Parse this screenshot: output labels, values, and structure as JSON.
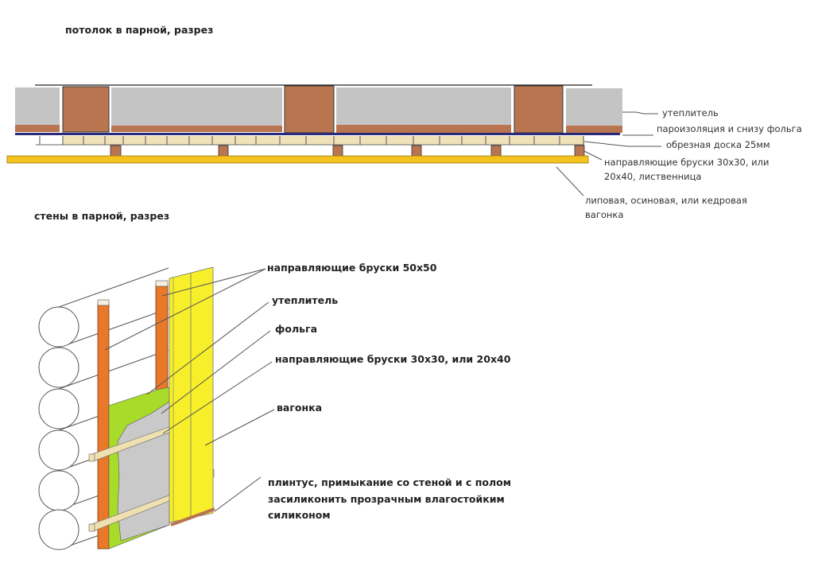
{
  "ceiling": {
    "title": "потолок в парной, разрез",
    "labels": {
      "insulation": "утеплитель",
      "vapor_barrier": "пароизоляция и снизу фольга",
      "board": "обрезная доска 25мм",
      "battens_line1": "направляющие бруски 30х30, или",
      "battens_line2": "20х40, лиственница",
      "lining_line1": "липовая, осиновая, или кедровая",
      "lining_line2": "вагонка"
    }
  },
  "walls": {
    "title": "стены в парной, разрез",
    "labels": {
      "battens_50": "направляющие бруски 50х50",
      "insulation": "утеплитель",
      "foil": "фольга",
      "battens_30": "направляющие бруски 30х30, или 20х40",
      "lining": "вагонка",
      "plinth_line1": "плинтус, примыкание со стеной и с полом",
      "plinth_line2": "засиликонить прозрачным влагостойким",
      "plinth_line3": "силиконом"
    }
  },
  "colors": {
    "insulation": "#c4c4c4",
    "beam": "#b87550",
    "board": "#f0e2b8",
    "lining": "#f3c21e",
    "vapor": "#2a2a7a",
    "post": "#e8782a",
    "green": "#a9dc2a",
    "wall_lining": "#f7ef2a"
  }
}
